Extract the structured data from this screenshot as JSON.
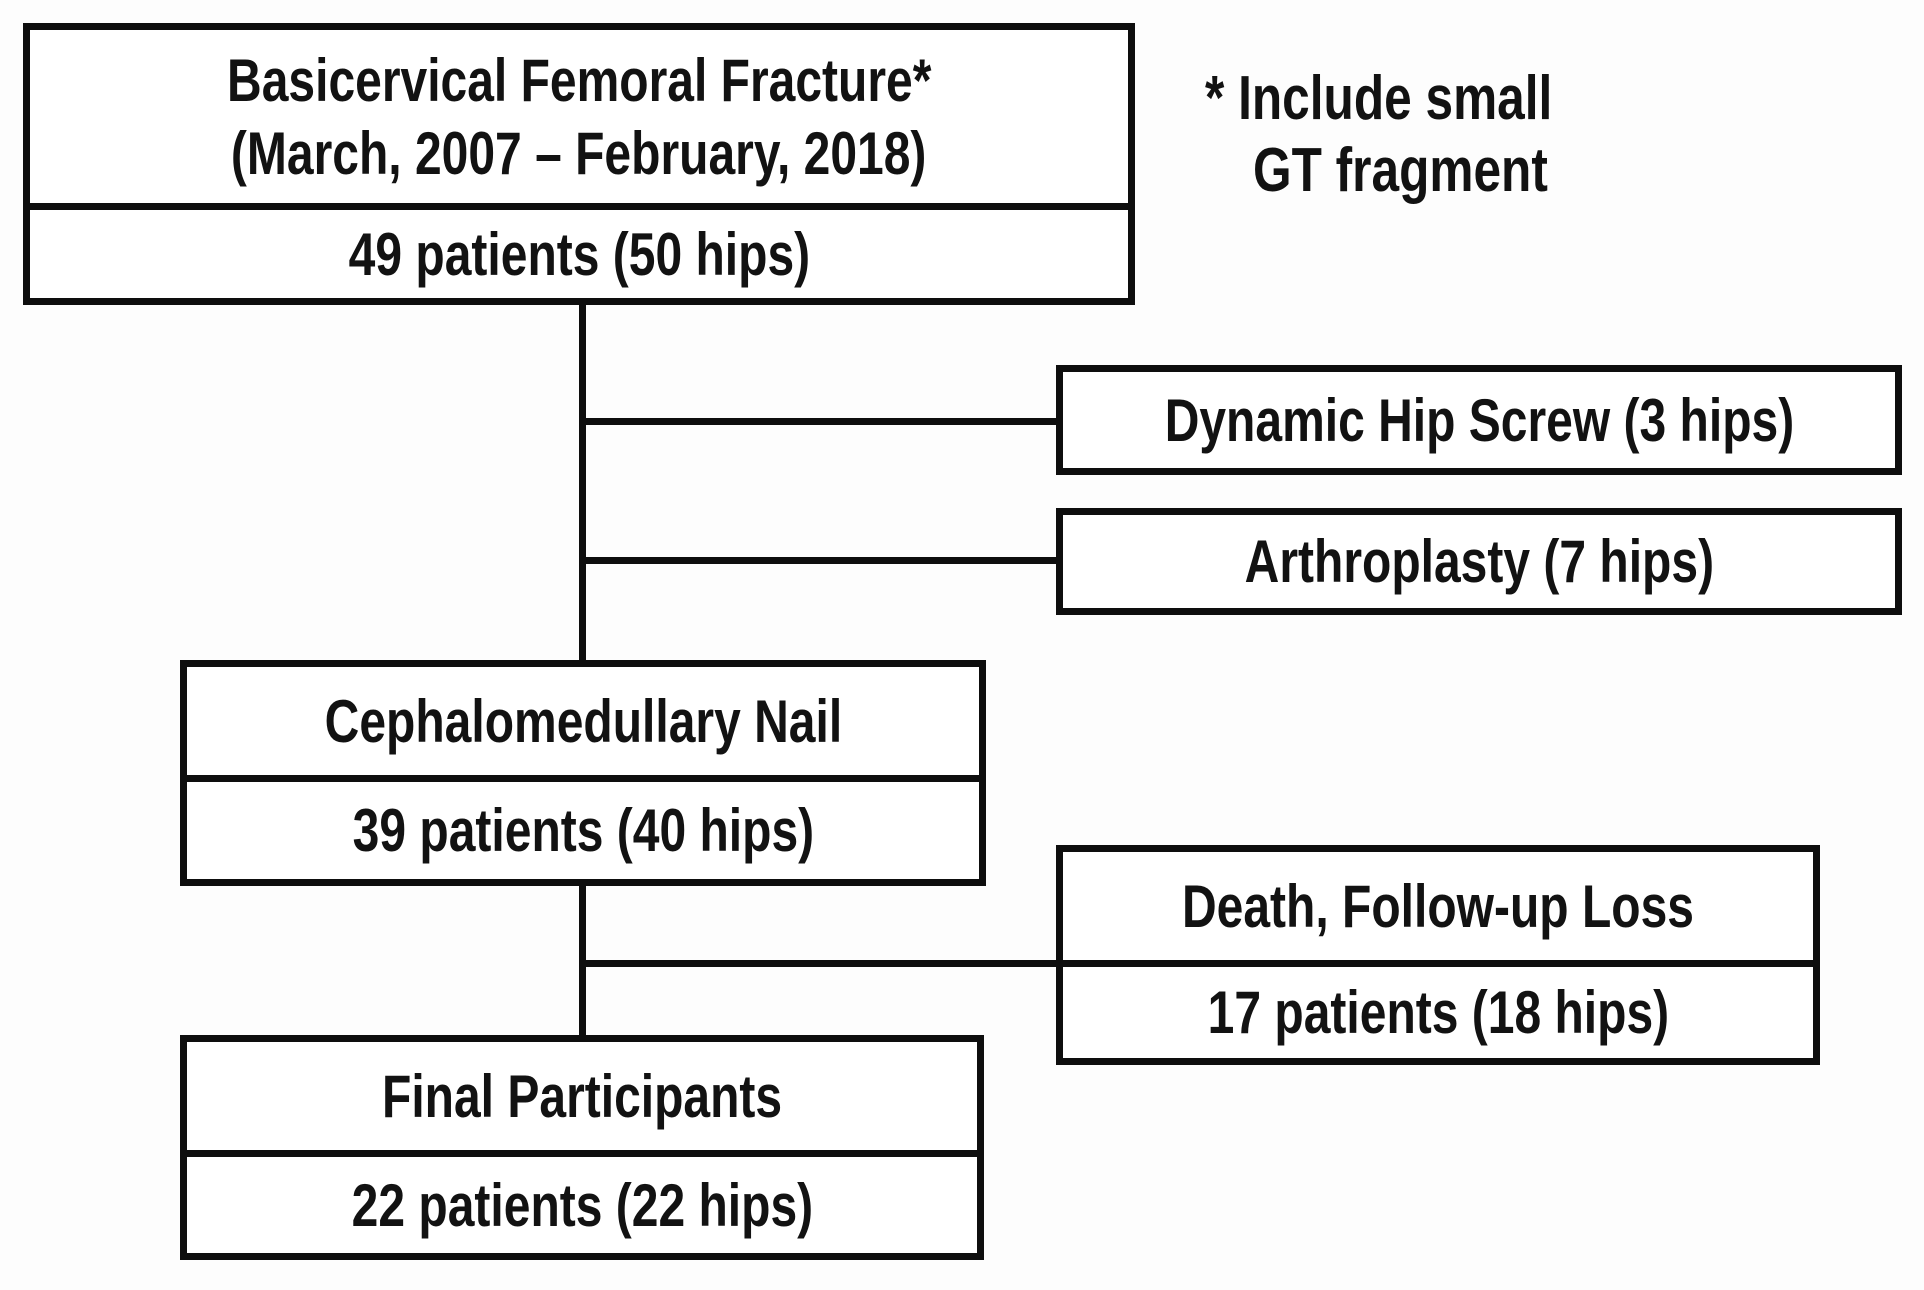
{
  "figure": {
    "type": "patient-flow-diagram",
    "enrollment_box": {
      "title_line1": "Basicervical Femoral Fracture*",
      "title_line2": "(March, 2007 – February, 2018)",
      "stats": "49 patients (50 hips)"
    },
    "footnote": {
      "line1": "* Include small",
      "line2": "GT fragment"
    },
    "exclusion_boxes": [
      {
        "label": "Dynamic Hip Screw (3 hips)"
      },
      {
        "label": "Arthroplasty (7 hips)"
      }
    ],
    "treatment_box": {
      "title": "Cephalomedullary Nail",
      "stats": "39 patients (40 hips)"
    },
    "dropout_box": {
      "title": "Death, Follow-up Loss",
      "stats": "17 patients (18 hips)"
    },
    "final_box": {
      "title": "Final Participants",
      "stats": "22 patients (22 hips)"
    }
  },
  "colors": {
    "line_and_border": "#0e0e0e",
    "text": "#121212",
    "box_fill": "#ffffff",
    "background": "#fdfdfd"
  }
}
